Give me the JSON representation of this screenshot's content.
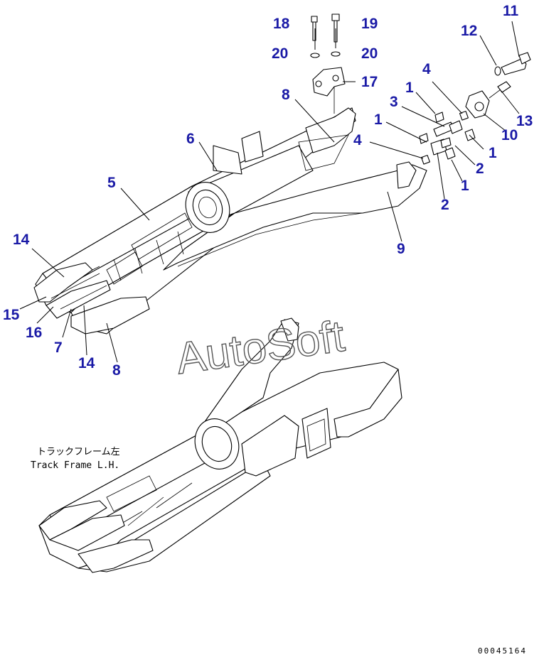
{
  "callouts": {
    "c11": "11",
    "c12": "12",
    "c13": "13",
    "c10": "10",
    "c18": "18",
    "c19": "19",
    "c20a": "20",
    "c20b": "20",
    "c17": "17",
    "c8a": "8",
    "c6": "6",
    "c5": "5",
    "c4a": "4",
    "c4b": "4",
    "c1a": "1",
    "c1b": "1",
    "c1c": "1",
    "c1d": "1",
    "c3": "3",
    "c2a": "2",
    "c2b": "2",
    "c9": "9",
    "c14a": "14",
    "c15": "15",
    "c16": "16",
    "c7": "7",
    "c14b": "14",
    "c8b": "8"
  },
  "caption": {
    "jp": "トラックフレーム左",
    "en": "Track Frame L.H."
  },
  "watermark": "AutoSoft",
  "drawing_code": "00045164",
  "colors": {
    "callout": "#1a1aa6",
    "line": "#000000",
    "background": "#ffffff"
  }
}
